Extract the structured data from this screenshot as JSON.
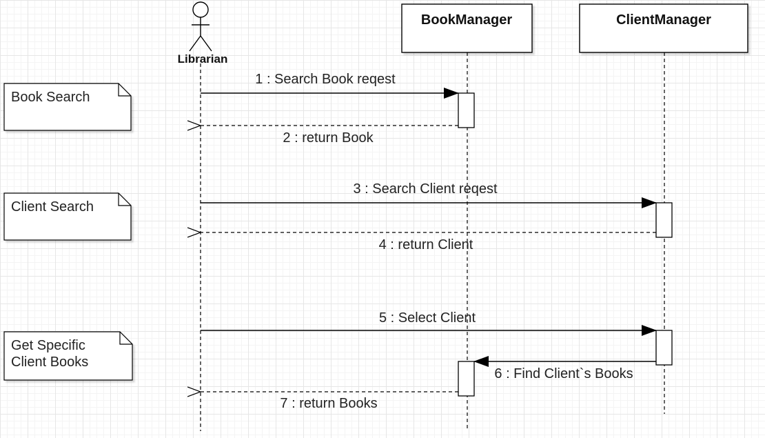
{
  "actor": {
    "name": "Librarian",
    "icon": "stick-figure-icon"
  },
  "participants": [
    {
      "id": "book-manager",
      "name": "BookManager"
    },
    {
      "id": "client-manager",
      "name": "ClientManager"
    }
  ],
  "notes": [
    {
      "id": "book-search",
      "lines": [
        "Book Search"
      ]
    },
    {
      "id": "client-search",
      "lines": [
        "Client Search"
      ]
    },
    {
      "id": "get-specific-client-books",
      "lines": [
        "Get Specific",
        "Client Books"
      ]
    }
  ],
  "messages": [
    {
      "n": 1,
      "label": "1 : Search Book reqest",
      "from": "Librarian",
      "to": "BookManager",
      "kind": "sync"
    },
    {
      "n": 2,
      "label": "2 : return Book",
      "from": "BookManager",
      "to": "Librarian",
      "kind": "return"
    },
    {
      "n": 3,
      "label": "3 : Search Client reqest",
      "from": "Librarian",
      "to": "ClientManager",
      "kind": "sync"
    },
    {
      "n": 4,
      "label": "4 : return Client",
      "from": "ClientManager",
      "to": "Librarian",
      "kind": "return"
    },
    {
      "n": 5,
      "label": "5 : Select Client",
      "from": "Librarian",
      "to": "ClientManager",
      "kind": "sync"
    },
    {
      "n": 6,
      "label": "6 : Find Client`s Books",
      "from": "ClientManager",
      "to": "BookManager",
      "kind": "sync"
    },
    {
      "n": 7,
      "label": "7 : return Books",
      "from": "BookManager",
      "to": "Librarian",
      "kind": "return"
    }
  ],
  "colors": {
    "line": "#000000",
    "text": "#222222",
    "grid": "#e6e6e6",
    "background": "#ffffff"
  }
}
